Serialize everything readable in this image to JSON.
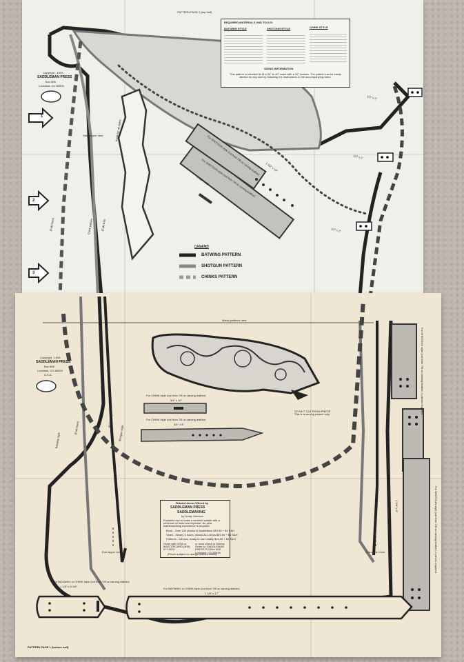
{
  "top_sheet": {
    "header": "PATTERN PAGE 1 (top half)",
    "copyright": {
      "line1": "Copyright - 1994",
      "brand": "SADDLEMAN PRESS",
      "box": "Box 808",
      "city": "Loveland, CO 80539"
    },
    "markers": [
      "1",
      "2",
      "3"
    ],
    "materials_box": {
      "title": "REQUIRED MATERIALS AND TOOLS:",
      "columns": [
        "BATWING STYLE",
        "SHOTGUN STYLE",
        "CHINK STYLE"
      ],
      "sizing_title": "SIZING INFORMATION",
      "sizing_text": "This pattern is intended to fit a 34\" to 40\" waist with a 32\" inseam. The pattern can be easily altered for any size by following the instructions in the accompanying video."
    },
    "legend": {
      "title": "LEGEND",
      "items": [
        {
          "label": "BATWING PATTERN",
          "style": "solid-black"
        },
        {
          "label": "SHOTGUN PATTERN",
          "style": "solid-gray"
        },
        {
          "label": "CHINKS PATTERN",
          "style": "dashed-gray"
        }
      ]
    },
    "strap_labels": [
      "For SHOTGUN style (cut from 7/8 oz carving leather)",
      "1 1/2\" x 16\"",
      "For SHOTGUN style (cut from 7/8 oz carving leather)",
      "1 1/2\" x 12\""
    ],
    "side_labels": [
      "(Fold here)",
      "(Fold line)",
      "Chink pattern",
      "(Fold here)",
      "Start zipper here",
      "Angle for all styles"
    ],
    "right_labels": [
      "1/2\" x 2\"",
      "1/2\" x 2\"",
      "1/2\" x 2\""
    ]
  },
  "bottom_sheet": {
    "match_text": "Match patterns here",
    "copyright": {
      "line1": "Copyright - 1994",
      "brand": "SADDLEMAN PRESS",
      "box": "Box 808",
      "city": "Loveland, CO 80539",
      "country": "U.S.A."
    },
    "tooling_note": "DO NOT CUT FROM PRESS\nThis is a carving pattern only",
    "chink_strap_1": {
      "label": "For CHINK style (cut from 7/8 oz carving leather)",
      "size": "3/4\" x 10\""
    },
    "chink_strap_2": {
      "label": "For CHINK style (cut from 7/8 oz carving leather)",
      "size": "3/4\" x 8\""
    },
    "ad_box": {
      "title": "Related Items Offered by",
      "brand": "SADDLEMAN PRESS",
      "product": "SADDLEMAKING",
      "by": "by Dusty Johnson",
      "desc": "Explains how to make a western saddle with a minimum of tools and expense. No prior leatherworking experience is required.",
      "book": "Book - Over 130 photos & illustrations $19.95 + $4 S&H",
      "video": "Video - Nearly 4 hours, shows ALL steps $59.95 + $4 S&H",
      "patterns": "Patterns - full size, ready to use readily $14.95 + $4 S&H",
      "order": "Order with VISA or MASTERCARD (800) 571-8631",
      "mail": "or send check or Money Order to: SADDLEMAN PRESS P.O.Box 808 Loveland, CO 80539",
      "prices": "(Prices subject to change without notice)"
    },
    "end_zipper": [
      "End zipper here",
      "End zipper here"
    ],
    "belt_left": {
      "label": "For BATWING or CHINK style (cut from 7/8 oz carving leather)",
      "size": "1 1/8\" x 5 1/8\""
    },
    "belt_long": {
      "label": "For BATWING or CHINK style (cut from 7/8 oz carving leather)",
      "size": "1 1/8\" x 17\""
    },
    "right_strap_top": "For SHOTGUN style (cut from 7/8 oz carving leather) 4 pieces required",
    "right_strap_bottom": "For SHOTGUN style (cut from 7/8 oz carving leather) 2 pieces required",
    "right_size": "1 1/8\" x 6\"",
    "footer": "PATTERN PAGE 1 (bottom half)",
    "side_labels": [
      "(Fold here)",
      "(Fold here)",
      "Batwing style",
      "Shotgun style"
    ]
  }
}
